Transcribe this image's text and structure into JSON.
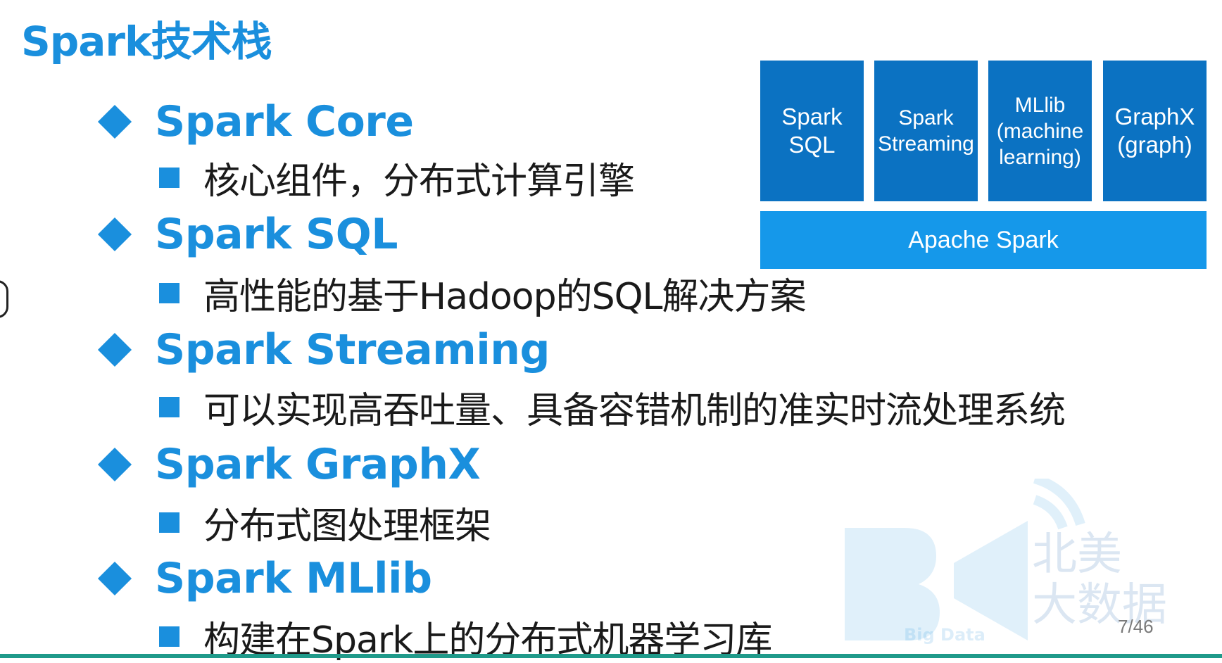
{
  "slide": {
    "title": "Spark技术栈",
    "items": [
      {
        "heading": "Spark Core",
        "desc": "核心组件，分布式计算引擎"
      },
      {
        "heading": "Spark SQL",
        "desc": "高性能的基于Hadoop的SQL解决方案"
      },
      {
        "heading": "Spark Streaming",
        "desc": "可以实现高吞吐量、具备容错机制的准实时流处理系统"
      },
      {
        "heading": "Spark GraphX",
        "desc": "分布式图处理框架"
      },
      {
        "heading": "Spark MLlib",
        "desc": "构建在Spark上的分布式机器学习库"
      }
    ],
    "page_number": "7/46"
  },
  "diagram": {
    "modules": [
      {
        "line1": "Spark",
        "line2": "SQL",
        "line3": ""
      },
      {
        "line1": "Spark",
        "line2": "Streaming",
        "line3": ""
      },
      {
        "line1": "MLlib",
        "line2": "(machine",
        "line3": "learning)"
      },
      {
        "line1": "GraphX",
        "line2": "(graph)",
        "line3": ""
      }
    ],
    "base": "Apache Spark"
  },
  "watermark": {
    "cn_line1": "北美",
    "cn_line2": "大数据",
    "en": "Big Data"
  },
  "colors": {
    "accent": "#1a8fdd",
    "module_fill": "#0b72c2",
    "base_fill": "#1598ea",
    "bottom_bar": "#1f9a8a"
  }
}
